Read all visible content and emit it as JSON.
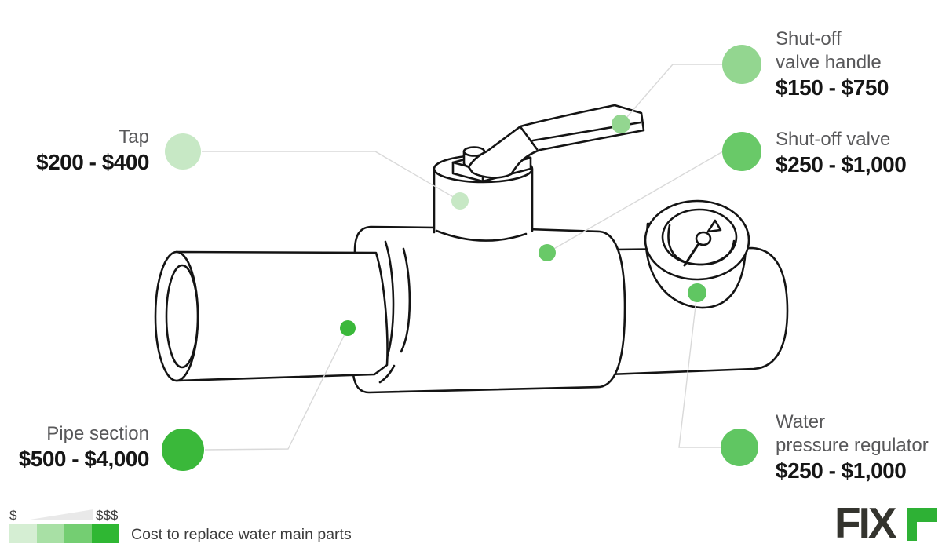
{
  "diagram_title": "Cost to replace water main parts",
  "callouts": {
    "tap": {
      "name": "Tap",
      "price": "$200 - $400"
    },
    "shutoff_valve_handle": {
      "name_line1": "Shut-off",
      "name_line2": "valve handle",
      "price": "$150 - $750"
    },
    "shutoff_valve": {
      "name": "Shut-off valve",
      "price": "$250 - $1,000"
    },
    "water_pressure_regulator": {
      "name_line1": "Water",
      "name_line2": "pressure regulator",
      "price": "$250 - $1,000"
    },
    "pipe_section": {
      "name": "Pipe section",
      "price": "$500 - $4,000"
    }
  },
  "legend": {
    "low_label": "$",
    "high_label": "$$$",
    "caption": "Cost to replace water main parts",
    "scale_colors": [
      "#d5eed3",
      "#a8e0a5",
      "#74ce72",
      "#2fb733"
    ]
  },
  "logo": {
    "brand": "Fixr",
    "text": "FIX"
  },
  "colors": {
    "tap": "#c7e8c5",
    "shutoff_valve_handle": "#93d690",
    "shutoff_valve": "#69c968",
    "water_pressure_regulator": "#60c662",
    "pipe_section": "#3ab83a",
    "leader_line": "#d9d9d9",
    "outline": "#141414",
    "wedge_gray": "#e9e9e9",
    "logo_green": "#2eb135",
    "logo_dark": "#34342e"
  }
}
